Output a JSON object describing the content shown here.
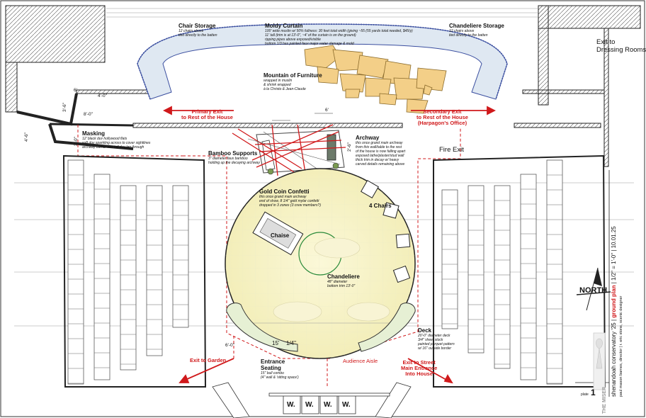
{
  "labels": {
    "chair_storage": {
      "title": "Chair Storage",
      "notes": "12 chairs above\ntied directly to the batten"
    },
    "moldy_curtain": {
      "title": "Moldy Curtain",
      "notes": "100' wide muslin w/ 50% fullness: 30 feet total width (giving ~55 (55 yards total needed, $45/y)\n11' tall (trim is at 13'-0\", ~4' of the curtain is on the ground)\nripping pipes above exposed/visible\nbottom 1/3 has painted faux major water damage & mold"
    },
    "chandeliere_storage": {
      "title": "Chandeliere Storage",
      "notes": "12 chairs above\ntied directly to the batten"
    },
    "mountain": {
      "title": "Mountain of Furniture",
      "notes": "wrapped in muslin\n& shrink wrapped\nà la Christo & Jean-Claude"
    },
    "masking": {
      "title": "Masking",
      "notes": "12' black duv hollywood flats\nsoft duv sparkling across to cover sightlines\narchway corner has tall duv leg through"
    },
    "archway": {
      "title": "Archway",
      "notes": "this once grand main archway\nfrom this wall/table to the rest\nof the house is now falling apart\nexposed lathe/plaster/stud wall\nthick trim in decay w/ heavy\ncarved details remaining above"
    },
    "bamboo": {
      "title": "Bamboo Supports",
      "notes": "3\" diameter faux bamboo\nholding up the decaying archway"
    },
    "confetti": {
      "title": "Gold Coin Confetti",
      "notes": "this once grand main archway\nend of show, 8 1/4\" gold mylar confetti\ndropped in 3 zones (3 crew members?)"
    },
    "four_chairs": {
      "title": "4 Chairs"
    },
    "chaise": {
      "title": "Chaise"
    },
    "chandeliere": {
      "title": "Chandeliere",
      "notes": "48\" diameter\nbottom trim 13'-0\""
    },
    "deck": {
      "title": "Deck",
      "notes": "20'-0\" diameter deck\n3/4\" sheet stock\npainted parquet pattern\nw/ 16\" outside border"
    },
    "entrance_seating": {
      "title": "Entrance\nSeating",
      "notes": "15\" bull combo\n(4\" wall & 'sitting space')"
    },
    "fire_exit": "Fire Exit",
    "exit_dressing": "Exit to\nDressing Rooms",
    "primary_exit": "Primary Exit\nto Rest of the House",
    "secondary_exit": "Secondary Exit\nto Rest of the House\n(Harpagon's Office)",
    "exit_garden": "Exit to Garden",
    "audience_aisle": "Audience Aisle",
    "exit_street": "Exit to Street\nMain Entrance\nInto House",
    "north": "NORTH"
  },
  "dimensions": {
    "d_4_0_top": "4'-0\"",
    "d_8_0": "8'-0\"",
    "d_3_6": "3'-6\"",
    "d_4_6": "4'-6\"",
    "d_3_0": "3'-0\"",
    "d_6_a": "6'",
    "d_6_b": "6'",
    "d_2_6": "2'-6\"",
    "d_6_0": "6'-0\"",
    "d_15": "15'",
    "d_1_4": "1/4\""
  },
  "seat_labels": [
    "W.",
    "W.",
    "W.",
    "W."
  ],
  "title_block": {
    "line1": "shenandoah conservatory '25",
    "sep1": "|",
    "ground_plan": "ground plan",
    "sep2": "|",
    "scale": "1/2\" = 1'-0\"",
    "sep3": "|",
    "date": "10.01.25",
    "line2": "paul mason barnes, director  |  r. eric stone, scenic designer",
    "show": "THE MISER",
    "plate_label": "plate",
    "plate_number": "1"
  },
  "colors": {
    "accent_red": "#d0191b",
    "deck_fill": "#f4f1c6",
    "mountain_fill": "#f3cf88",
    "curtain": "#3b4fa0"
  }
}
